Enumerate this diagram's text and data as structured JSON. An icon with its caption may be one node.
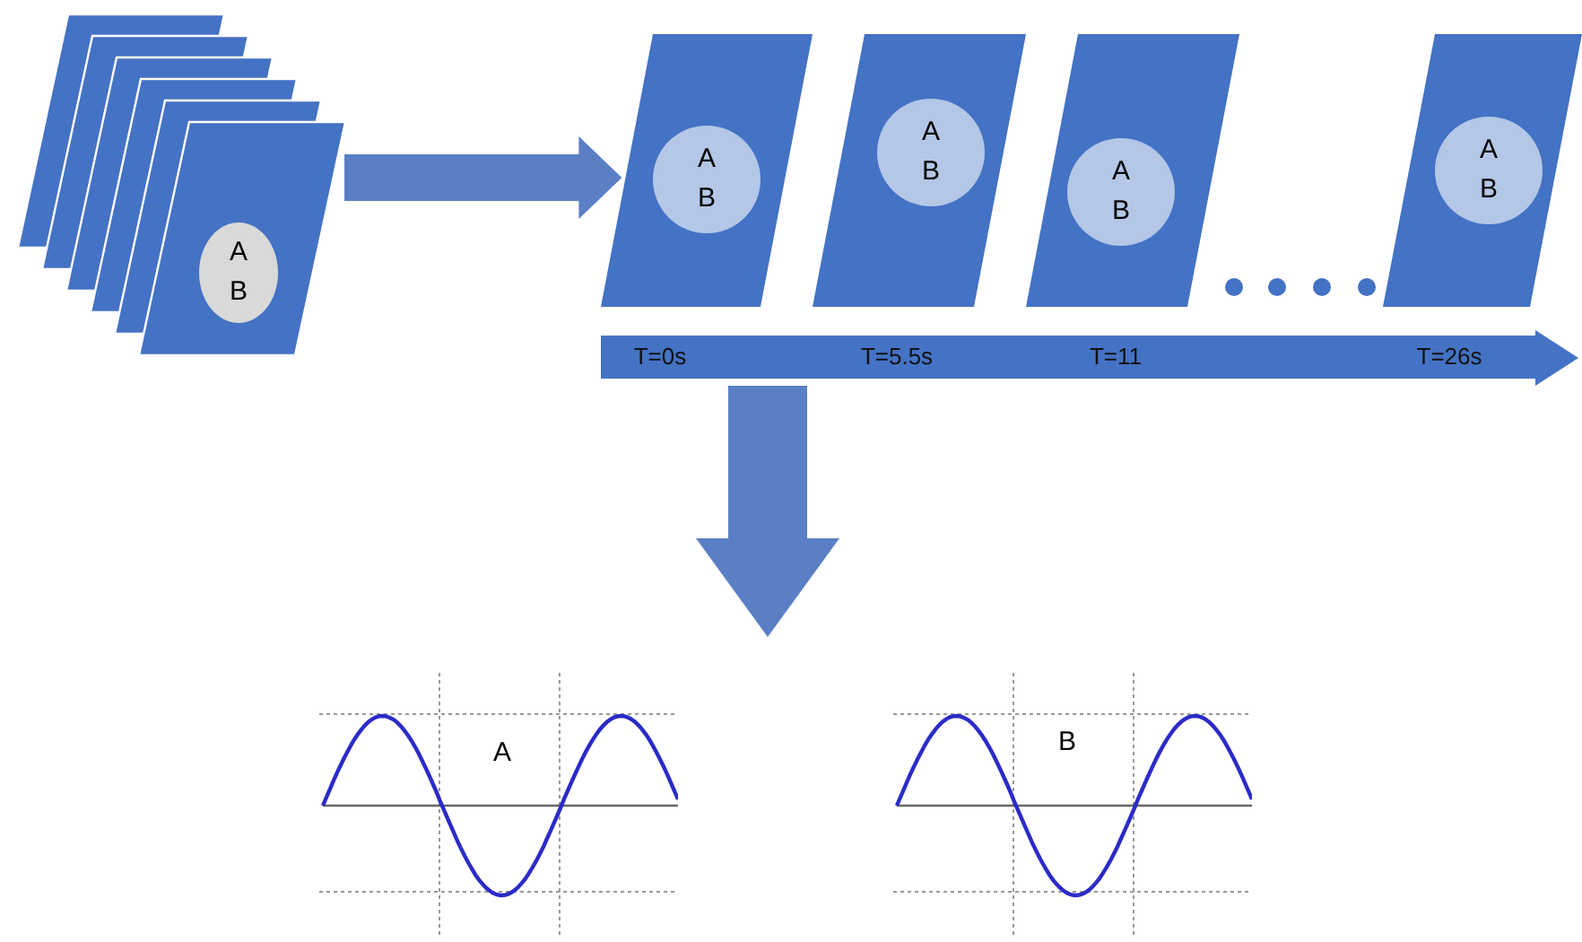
{
  "diagram": {
    "nodes": [
      {
        "text": [],
        "shape": "box"
      },
      {
        "text": [
          "A",
          "B"
        ],
        "in": 0
      },
      {
        "text": [],
        "shape": "box"
      },
      {
        "text": [
          "A",
          "B"
        ],
        "in": 2
      },
      {
        "text": [],
        "shape": "box"
      },
      {
        "text": [
          "A",
          "B"
        ],
        "in": 4
      },
      {
        "text": [],
        "shape": "box"
      },
      {
        "text": [
          "A",
          "B"
        ],
        "in": 6
      },
      {
        "text": [],
        "shape": "box"
      },
      {
        "text": [
          "A",
          "B"
        ],
        "in": 8
      },
      {
        "text": [
          "T=0s",
          "T=5.5s",
          "T=11",
          "T=26s"
        ]
      },
      {
        "text": [
          "A"
        ]
      },
      {
        "text": [
          "B"
        ]
      }
    ],
    "edges": [
      {
        "from": 0,
        "to": 2,
        "arrow": "to",
        "style": "thick"
      },
      {
        "from": 10,
        "to": null,
        "arrow": "to",
        "style": "thick"
      }
    ]
  }
}
